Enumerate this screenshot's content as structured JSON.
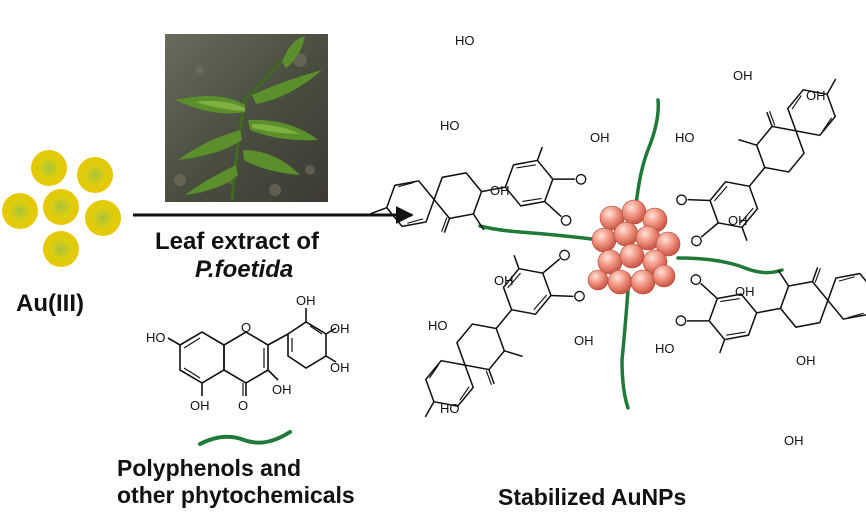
{
  "reactant_label": "Au(III)",
  "reagent": {
    "line1": "Leaf extract of",
    "line2": "P.foetida"
  },
  "phyto_caption": {
    "line1": "Polyphenols and",
    "line2": "other phytochemicals"
  },
  "product_label": "Stabilized AuNPs",
  "chem": {
    "oh": "OH",
    "ho": "HO",
    "o": "O"
  },
  "colors": {
    "au_ion": "#e6d000",
    "au_ion_core": "#b8c420",
    "nanoparticle": "#f08a78",
    "stabilizer_chain": "#1f7a3a",
    "arrow": "#111111",
    "leaf": "#4e7a2c"
  },
  "icons": [
    "gold-ion-sphere-icon",
    "leaf-photo-icon",
    "reaction-arrow-icon",
    "nanoparticle-cluster-icon",
    "polymer-chain-icon"
  ]
}
